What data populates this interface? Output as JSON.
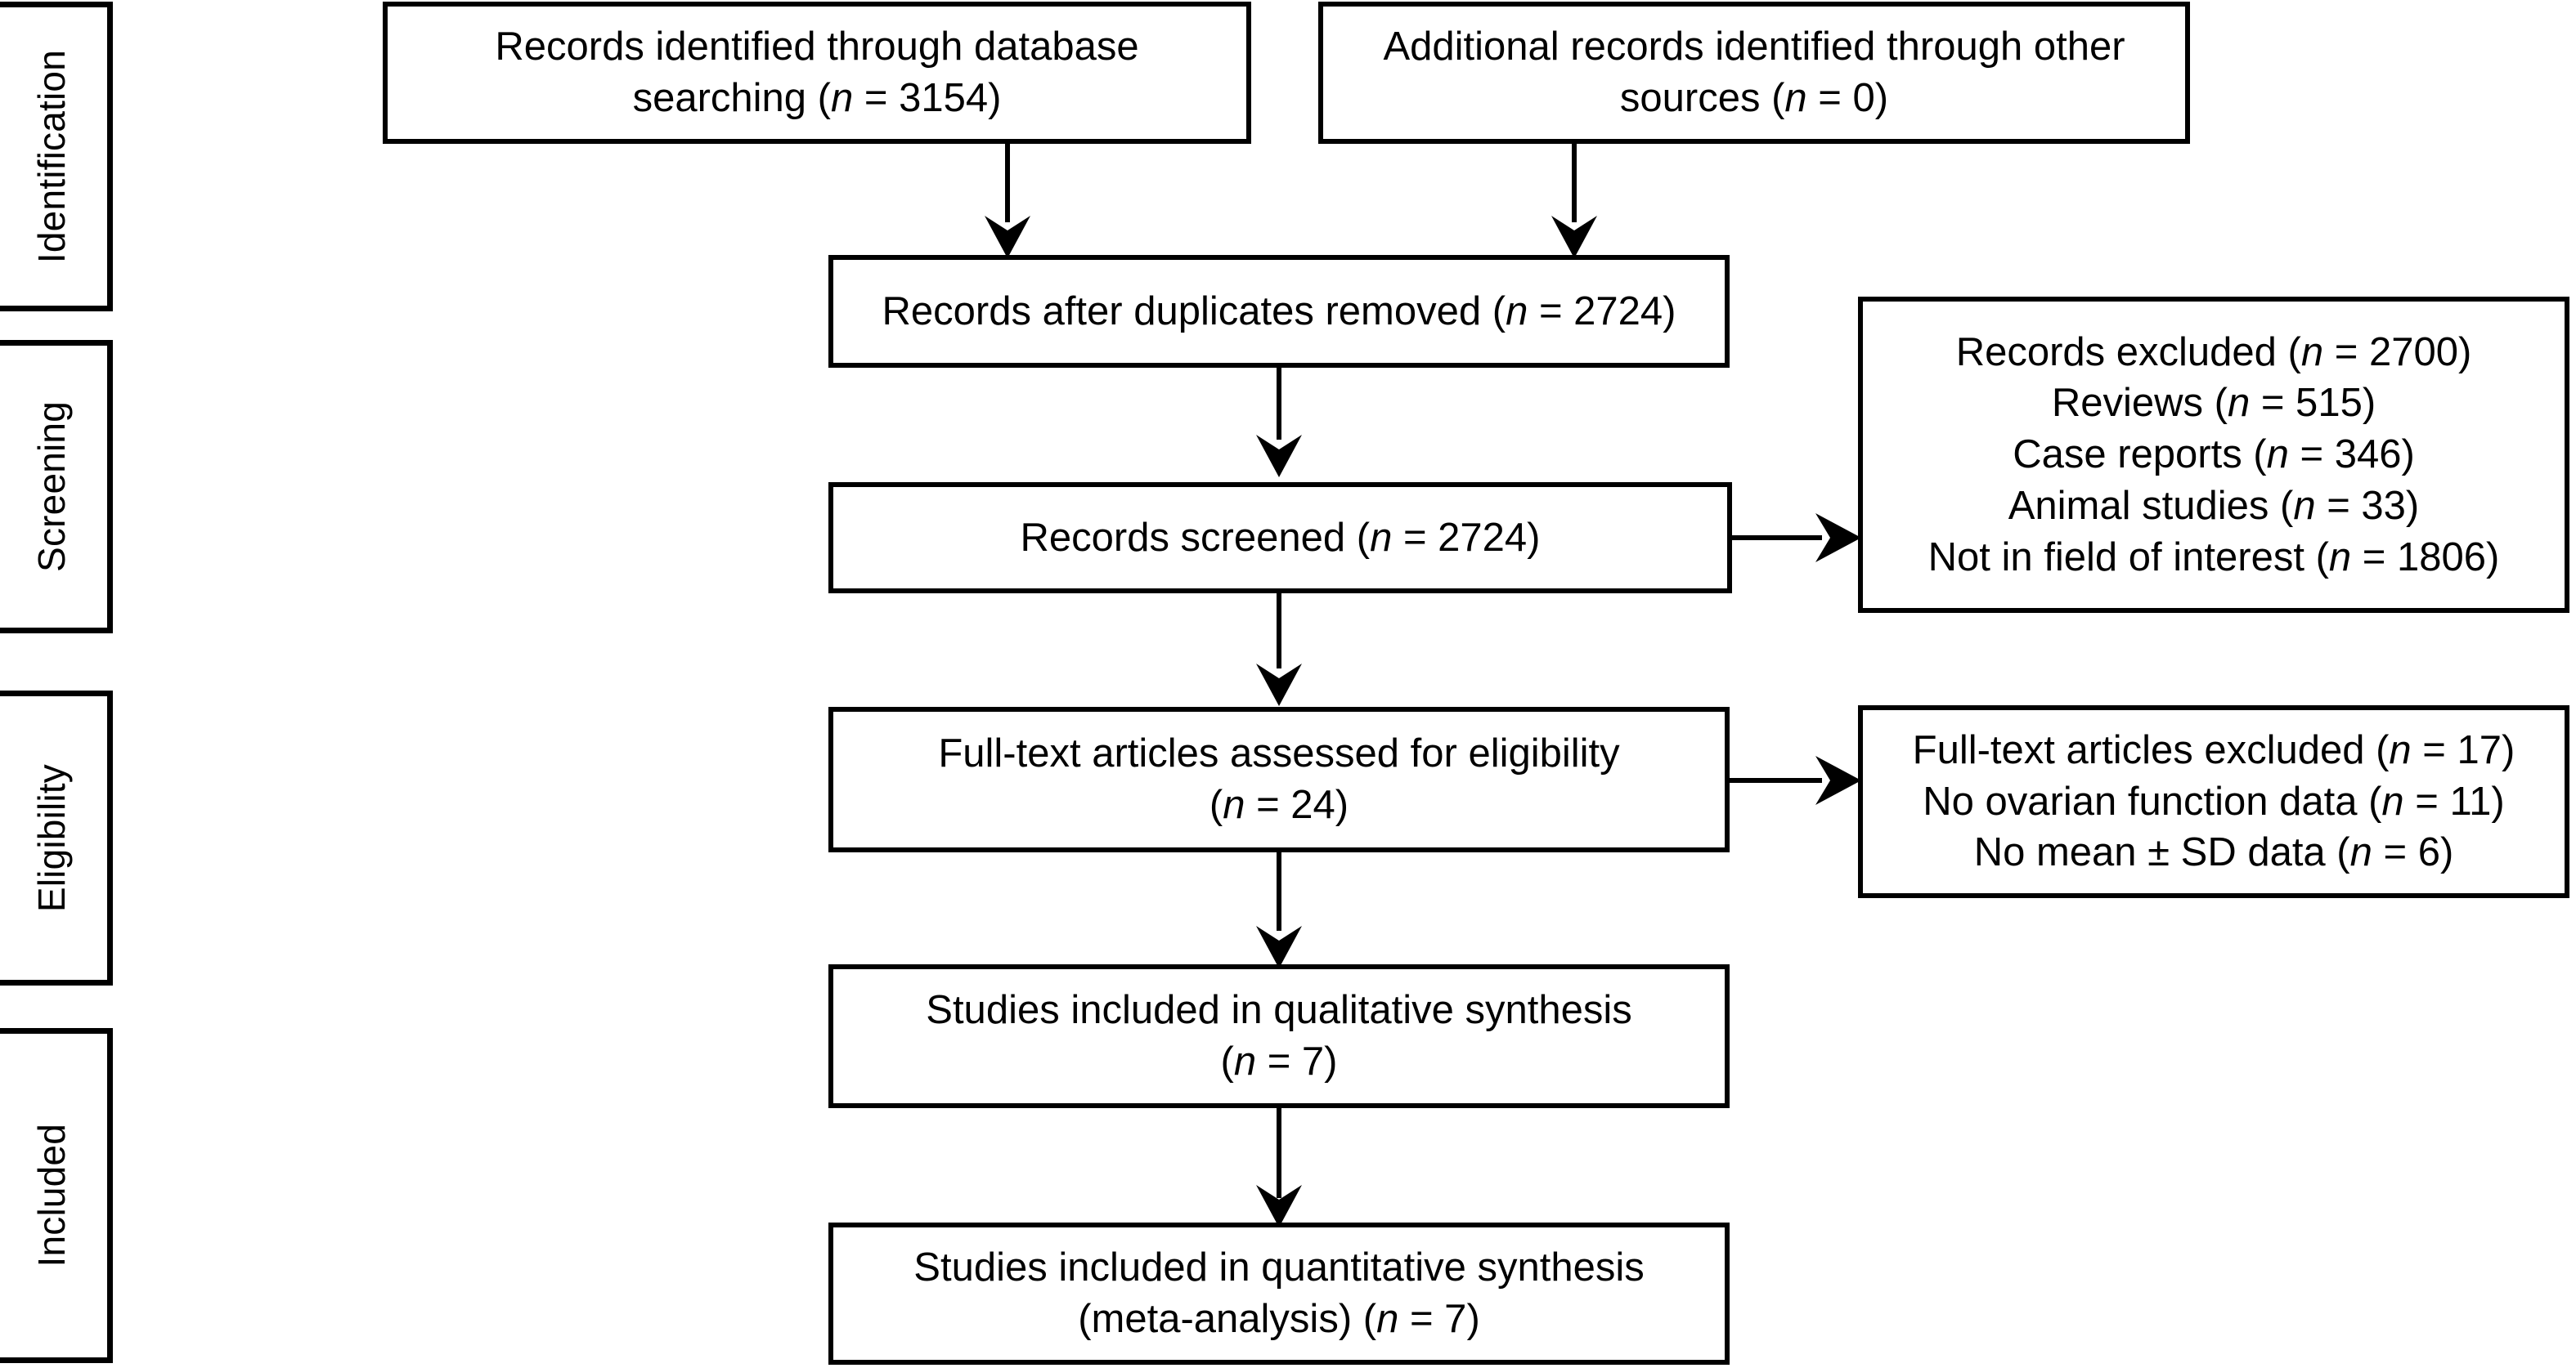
{
  "diagram": {
    "type": "prisma-flow-diagram",
    "stroke_color": "#000000",
    "background_color": "#ffffff"
  },
  "phases": [
    {
      "label": "Identification"
    },
    {
      "label": "Screening"
    },
    {
      "label": "Eligibility"
    },
    {
      "label": "Included"
    }
  ],
  "boxes": {
    "database_search": {
      "line1": "Records identified through database",
      "line2": "searching (n = 3154)",
      "n": 3154
    },
    "other_sources": {
      "line1": "Additional records identified through other",
      "line2": "sources (n = 0)",
      "n": 0
    },
    "duplicates_removed": {
      "line1": "Records after duplicates removed (n = 2724)",
      "n": 2724
    },
    "records_screened": {
      "line1": "Records screened (n = 2724)",
      "n": 2724
    },
    "records_excluded": {
      "line1": "Records excluded (n = 2700)",
      "line2": "Reviews (n = 515)",
      "line3": "Case reports (n = 346)",
      "line4": "Animal studies (n = 33)",
      "line5": "Not in field of interest (n = 1806)",
      "n": 2700
    },
    "fulltext_assessed": {
      "line1": "Full-text articles assessed for eligibility",
      "line2": "(n = 24)",
      "n": 24
    },
    "fulltext_excluded": {
      "line1": "Full-text articles excluded (n = 17)",
      "line2": "No ovarian function data (n = 11)",
      "line3": "No mean ± SD data (n = 6)",
      "n": 17
    },
    "qualitative_synthesis": {
      "line1": "Studies included in qualitative synthesis",
      "line2": "(n = 7)",
      "n": 7
    },
    "quantitative_synthesis": {
      "line1": "Studies included in quantitative synthesis",
      "line2": "(meta-analysis) (n = 7)",
      "n": 7
    }
  },
  "connectors": [
    {
      "name": "database-search-to-duplicates",
      "kind": "vertical-arrow"
    },
    {
      "name": "other-sources-to-duplicates",
      "kind": "vertical-arrow"
    },
    {
      "name": "duplicates-to-screened",
      "kind": "vertical-arrow"
    },
    {
      "name": "screened-to-records-excluded",
      "kind": "horizontal-arrow"
    },
    {
      "name": "screened-to-fulltext",
      "kind": "vertical-arrow"
    },
    {
      "name": "fulltext-to-fulltext-excluded",
      "kind": "horizontal-arrow"
    },
    {
      "name": "fulltext-to-qualitative",
      "kind": "vertical-arrow"
    },
    {
      "name": "qualitative-to-quantitative",
      "kind": "vertical-arrow"
    }
  ]
}
